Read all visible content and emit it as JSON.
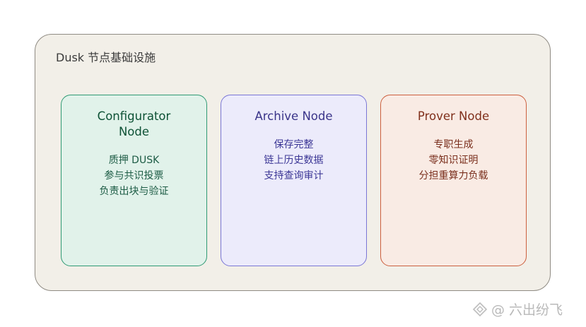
{
  "diagram": {
    "title": "Dusk 节点基础设施",
    "nodes": [
      {
        "title": "Configurator\nNode",
        "lines": [
          "质押 DUSK",
          "参与共识投票",
          "负责出块与验证"
        ]
      },
      {
        "title": "Archive Node",
        "lines": [
          "保存完整",
          "链上历史数据",
          "支持查询审计"
        ]
      },
      {
        "title": "Prover Node",
        "lines": [
          "专职生成",
          "零知识证明",
          "分担重算力负载"
        ]
      }
    ]
  },
  "watermark": {
    "text": "@ 六出纷飞",
    "icon": "diamond-logo-icon"
  },
  "colors": {
    "container_bg": "#f2efe8",
    "configurator_bg": "#e1f2ea",
    "configurator_border": "#2f9a74",
    "archive_bg": "#ecebfb",
    "archive_border": "#7a76d6",
    "prover_bg": "#f9ebe4",
    "prover_border": "#cc5f3e"
  }
}
